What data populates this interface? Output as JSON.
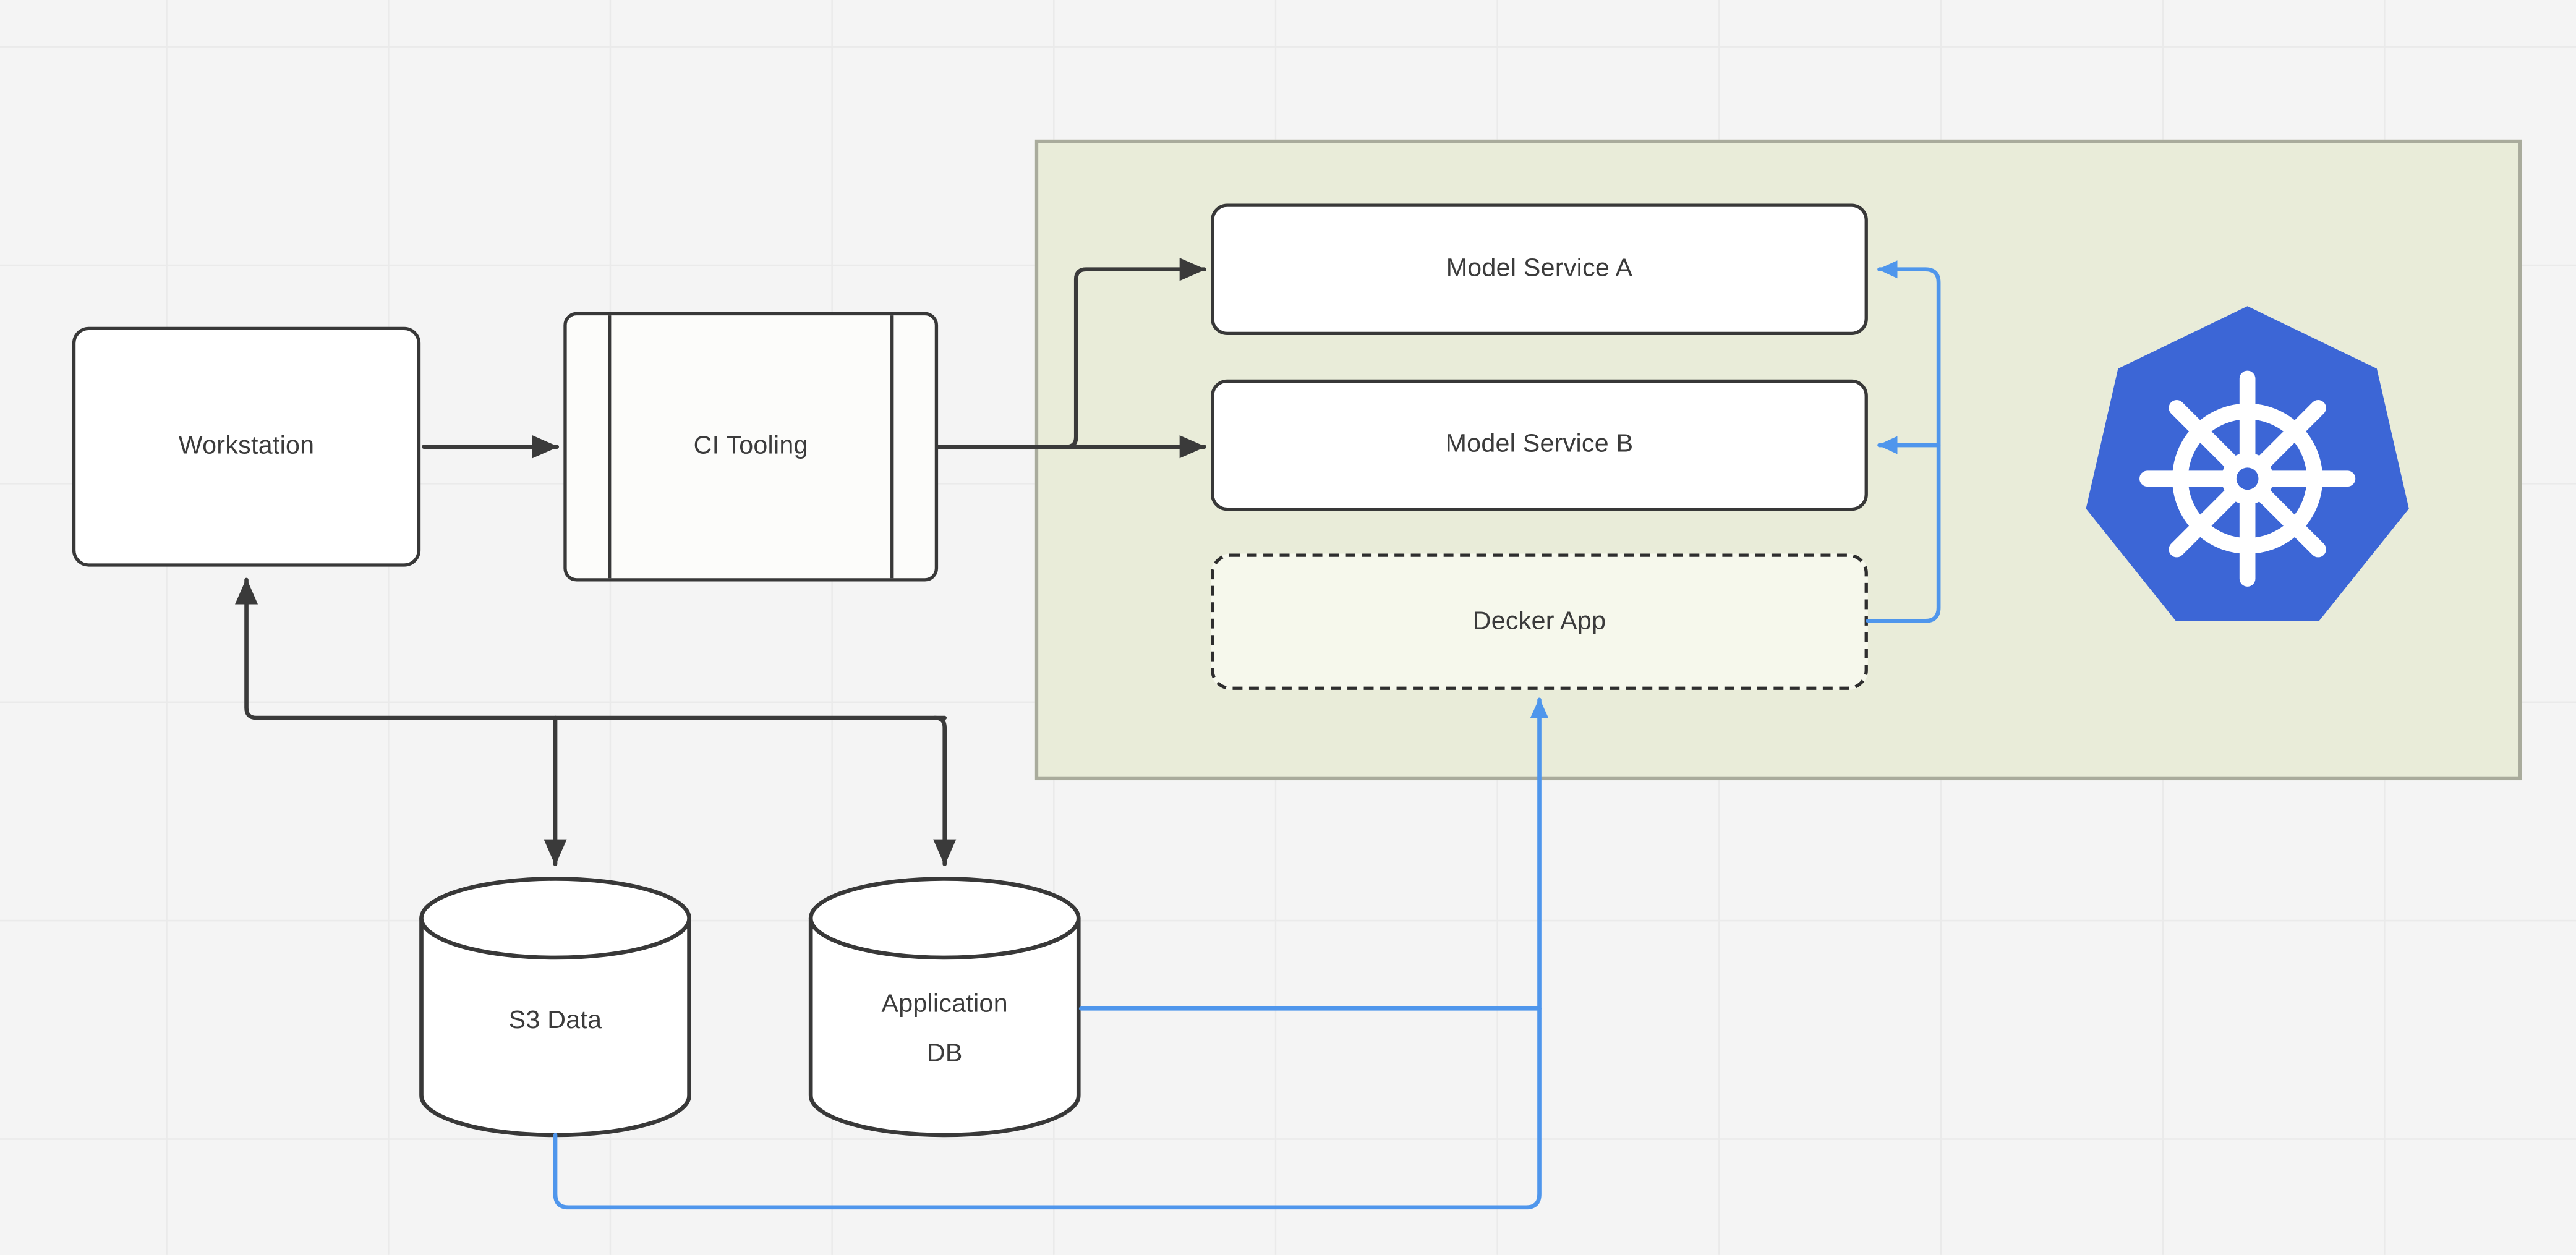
{
  "diagram": {
    "nodes": {
      "workstation": {
        "label": "Workstation",
        "shape": "rounded-rectangle"
      },
      "ci_tooling": {
        "label": "CI Tooling",
        "shape": "process"
      },
      "kubernetes_cluster": {
        "shape": "container",
        "icon": "kubernetes-helm-icon"
      },
      "model_service_a": {
        "label": "Model Service A",
        "shape": "rounded-rectangle"
      },
      "model_service_b": {
        "label": "Model Service B",
        "shape": "rounded-rectangle"
      },
      "decker_app": {
        "label": "Decker App",
        "shape": "rounded-rectangle-dashed"
      },
      "s3_data": {
        "label": "S3 Data",
        "shape": "cylinder"
      },
      "application_db": {
        "label_line1": "Application",
        "label_line2": "DB",
        "shape": "cylinder"
      }
    },
    "edges": [
      {
        "from": "workstation",
        "to": "ci_tooling",
        "style": "dark"
      },
      {
        "from": "ci_tooling",
        "to": "model_service_a",
        "style": "dark"
      },
      {
        "from": "ci_tooling",
        "to": "model_service_b",
        "style": "dark"
      },
      {
        "from": "s3_data",
        "to": "workstation",
        "style": "dark"
      },
      {
        "from": "application_db",
        "to": "workstation",
        "style": "dark"
      },
      {
        "from": "s3_data",
        "to": "decker_app",
        "style": "blue"
      },
      {
        "from": "application_db",
        "to": "decker_app",
        "style": "blue"
      },
      {
        "from": "decker_app",
        "to": "model_service_a",
        "style": "blue"
      },
      {
        "from": "decker_app",
        "to": "model_service_b",
        "style": "blue"
      }
    ],
    "colors": {
      "canvas_bg": "#f4f4f4",
      "grid_line": "#eaeaea",
      "node_border": "#383838",
      "node_fill": "#ffffff",
      "cluster_fill": "#e9ecd9",
      "cluster_border": "#a9ab9c",
      "decker_fill": "#f6f8ec",
      "connector_dark": "#3a3a3a",
      "connector_blue": "#4f96ec",
      "kubernetes_blue": "#3c66d6",
      "label_color": "#3b3b3b"
    }
  }
}
